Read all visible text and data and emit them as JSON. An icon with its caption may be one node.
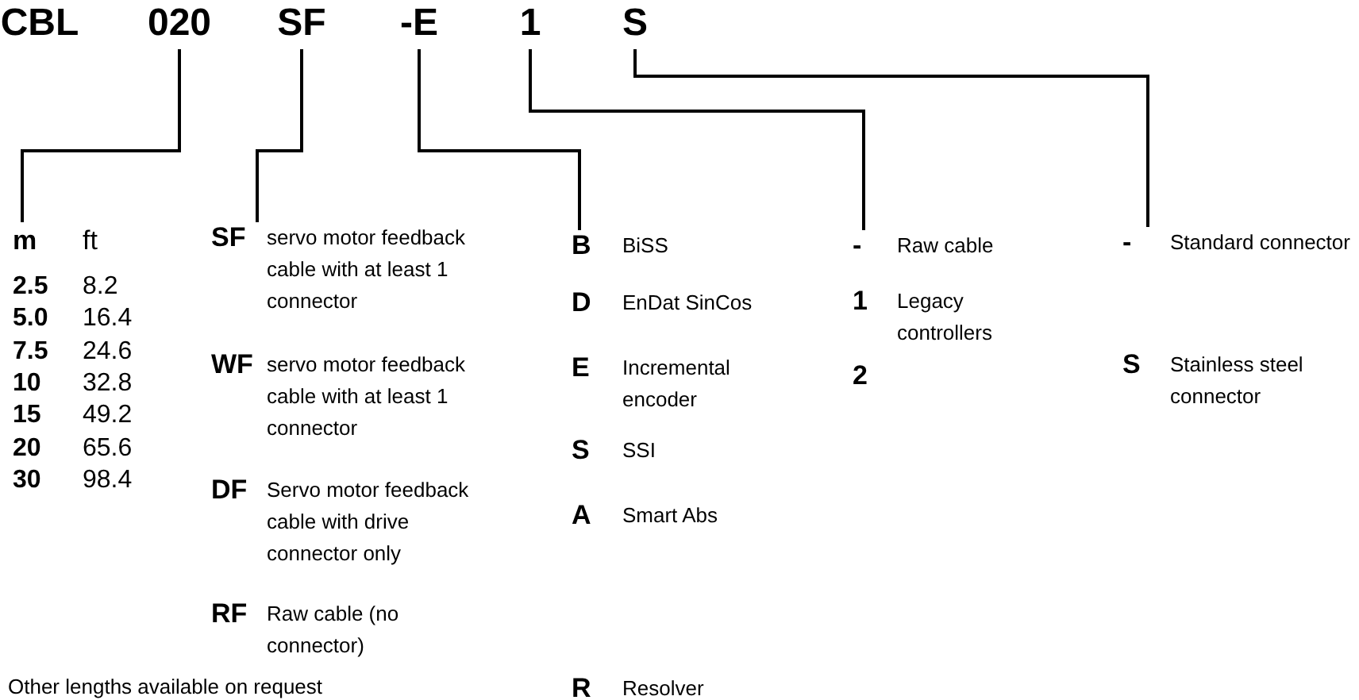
{
  "diagram": {
    "nodes": [
      {
        "text": [
          "CBL"
        ]
      },
      {
        "text": [
          "020"
        ]
      },
      {
        "text": [
          "SF"
        ]
      },
      {
        "text": [
          "-E"
        ]
      },
      {
        "text": [
          "1"
        ]
      },
      {
        "text": [
          "S"
        ]
      },
      {
        "text": [
          "m",
          "ft"
        ]
      },
      {
        "text": [
          "SF",
          "servo motor feedback cable with at least 1 connector"
        ]
      },
      {
        "text": [
          "WF",
          "servo motor feedback cable with at least 1 connector"
        ]
      },
      {
        "text": [
          "DF",
          "Servo motor feedback cable with drive connector only"
        ]
      },
      {
        "text": [
          "RF",
          "Raw cable (no connector)"
        ]
      },
      {
        "text": [
          "B",
          "BiSS"
        ]
      },
      {
        "text": [
          "D",
          "EnDat SinCos"
        ]
      },
      {
        "text": [
          "E",
          "Incremental encoder"
        ]
      },
      {
        "text": [
          "S",
          "SSI"
        ]
      },
      {
        "text": [
          "A",
          "Smart Abs"
        ]
      },
      {
        "text": [
          "R",
          "Resolver"
        ]
      },
      {
        "text": [
          "-",
          "Raw cable"
        ]
      },
      {
        "text": [
          "1",
          "Legacy controllers"
        ]
      },
      {
        "text": [
          "2"
        ]
      },
      {
        "text": [
          "-",
          "Standard connector"
        ]
      },
      {
        "text": [
          "S",
          "Stainless steel connector"
        ]
      }
    ],
    "edges": [
      {
        "from": 1,
        "to": 6,
        "arrow": "none"
      },
      {
        "from": 2,
        "to": 7,
        "arrow": "none"
      },
      {
        "from": 3,
        "to": 11,
        "arrow": "none"
      },
      {
        "from": 4,
        "to": 17,
        "arrow": "none"
      },
      {
        "from": 5,
        "to": 20,
        "arrow": "none"
      }
    ],
    "labels": [
      "2.5",
      "8.2",
      "5.0",
      "16.4",
      "7.5",
      "24.6",
      "10",
      "32.8",
      "15",
      "49.2",
      "20",
      "65.6",
      "30",
      "98.4",
      "Other lengths available on request"
    ]
  }
}
